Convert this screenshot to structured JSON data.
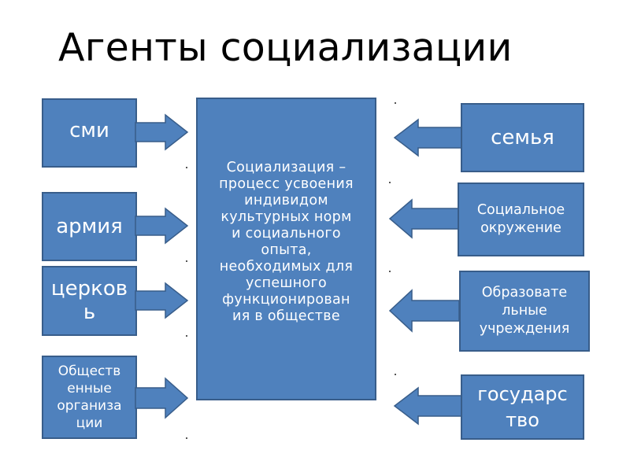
{
  "slide": {
    "title": "Агенты социализации"
  },
  "center": {
    "text": "Социализация –\nпроцесс усвоения\nиндивидом\nкультурных норм\nи социального\nопыта,\nнеобходимых для\nуспешного\nфункционирован\nия в обществе"
  },
  "left_agents": [
    {
      "label": "сми"
    },
    {
      "label": "армия"
    },
    {
      "label": "церков\nь"
    },
    {
      "label": "Обществ\nенные\nорганиза\nции"
    }
  ],
  "right_agents": [
    {
      "label": "семья"
    },
    {
      "label": "Социальное\nокружение"
    },
    {
      "label": "Образовате\nльные\nучреждения"
    },
    {
      "label": "государс\nтво"
    }
  ],
  "colors": {
    "box_fill": "#4f81bd",
    "box_border": "#385d8a",
    "text": "#ffffff"
  }
}
